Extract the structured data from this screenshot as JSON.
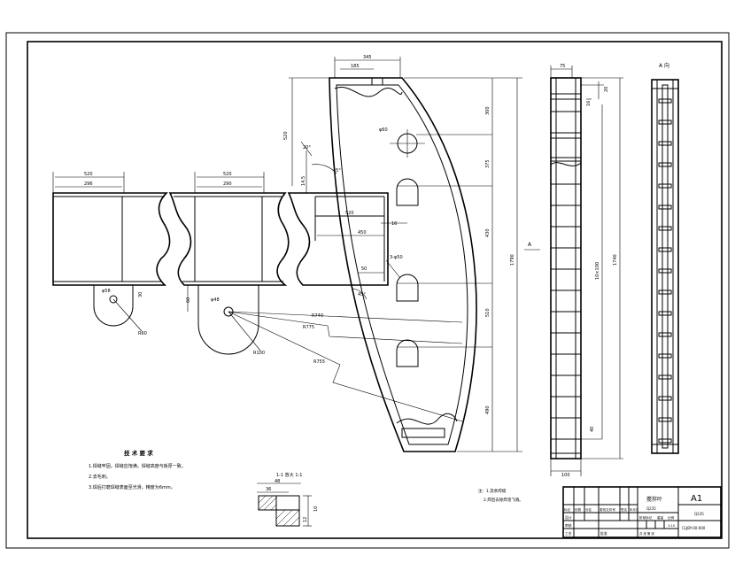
{
  "dims": {
    "top_width": "345",
    "top_inner": "185",
    "seg1": "300",
    "seg2": "375",
    "seg3": "430",
    "seg4": "510",
    "seg5": "490",
    "total_height": "1790",
    "left_height": "520",
    "small_a": "14.5",
    "radius_400": "φ60",
    "pin": "3-φ50",
    "box_inner": "520",
    "box_bottom": "450",
    "box_gap": "16",
    "box_side": "50",
    "r740": "R740",
    "r775": "R775",
    "r755": "R755",
    "angle1": "45°",
    "angle2": "20°",
    "angle3": "45°",
    "seg_a_outer": "520",
    "seg_a_inner": "296",
    "seg_b_outer": "520",
    "seg_b_inner": "290",
    "ring_a": "φ58",
    "ring_a_off": "30",
    "ring_a_r": "R60",
    "ring_b": "φ48",
    "ring_b_off": "60",
    "ring_b_r": "R100",
    "side_top": "75",
    "side_small": "16",
    "side_right": "20",
    "side_mid": "1740",
    "side_label": "10×100",
    "side_bottom_gap": "40",
    "side_width": "100",
    "view_a_label": "A 向",
    "arrow_label": "A"
  },
  "section": {
    "title": "1-1  放大 1:1",
    "w_outer": "48",
    "w_inner": "36",
    "h_right": "10",
    "h_small": "12"
  },
  "notes": {
    "title": "技 术 要 求",
    "items": [
      "1.焊缝牢固，焊缝应饱满，焊缝高度与板厚一致。",
      "2.去毛刺。",
      "3.焊后打磨焊缝表面至光滑，精度为6mm。"
    ]
  },
  "right_notes": [
    "注：1.其余焊缝",
    "2.焊后去除焊渣飞溅。"
  ],
  "title_block": {
    "name": "搅拌叶",
    "sheet_size": "A1",
    "material": "Q235",
    "ratio": "1:10",
    "drawing_no": "CLJBY-00-000",
    "weight": "",
    "header_cells": [
      "标记",
      "处数",
      "分区",
      "更改文件号",
      "签名",
      "年月日"
    ],
    "row_labels": [
      "设计",
      "审核",
      "工艺",
      "批准"
    ],
    "stage_label": "阶段标记",
    "weight_label": "重量",
    "ratio_label": "比例",
    "sheet_label": "共  张  第  张"
  }
}
